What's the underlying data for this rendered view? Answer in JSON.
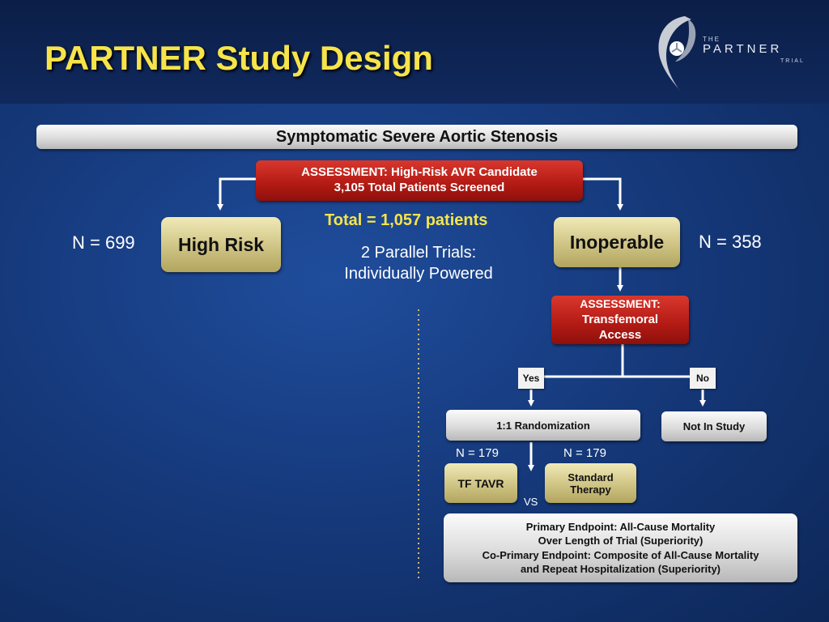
{
  "title": "PARTNER Study Design",
  "logo": {
    "the": "THE",
    "partner": "PARTNER",
    "trial": "TRIAL"
  },
  "top_bar": "Symptomatic Severe Aortic Stenosis",
  "assessment1": {
    "line1": "ASSESSMENT: High-Risk AVR Candidate",
    "line2": "3,105 Total Patients Screened"
  },
  "high_risk": {
    "label": "High Risk",
    "n": "N = 699"
  },
  "inoperable": {
    "label": "Inoperable",
    "n": "N = 358"
  },
  "total": "Total = 1,057 patients",
  "parallel": {
    "line1": "2 Parallel Trials:",
    "line2": "Individually Powered"
  },
  "assessment2": {
    "line1": "ASSESSMENT:",
    "line2": "Transfemoral",
    "line3": "Access"
  },
  "yes": "Yes",
  "no": "No",
  "randomization": "1:1 Randomization",
  "not_in_study": "Not In Study",
  "n_tavr": "N = 179",
  "n_standard": "N = 179",
  "tf_tavr": "TF TAVR",
  "standard": {
    "line1": "Standard",
    "line2": "Therapy"
  },
  "vs": "VS",
  "endpoints": {
    "line1": "Primary Endpoint: All-Cause Mortality",
    "line2": "Over Length of Trial (Superiority)",
    "line3": "Co-Primary Endpoint: Composite of All-Cause Mortality",
    "line4": "and Repeat Hospitalization (Superiority)"
  },
  "colors": {
    "title": "#f6e44a",
    "accent_red": "#b21a14",
    "gold": "#d2c789",
    "background": "#163a7d"
  }
}
